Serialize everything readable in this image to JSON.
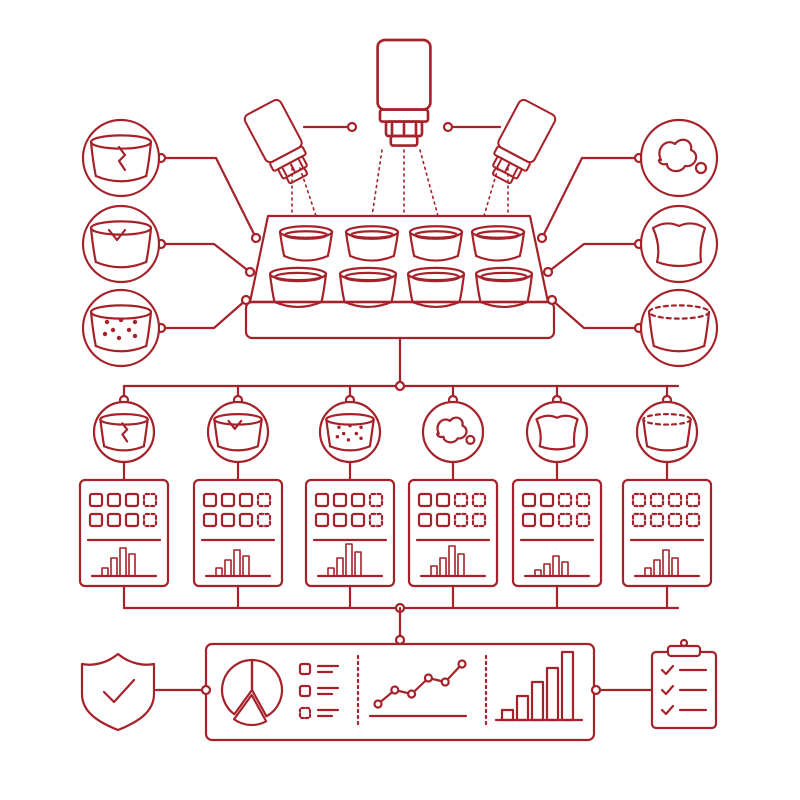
{
  "diagram": {
    "stroke_color": "#a5222a",
    "background": "#ffffff",
    "cameras": [
      {
        "name": "left-angled-camera"
      },
      {
        "name": "top-center-camera"
      },
      {
        "name": "right-angled-camera"
      }
    ],
    "tray": {
      "rows": 2,
      "cups_per_row": 4
    },
    "defect_types_left": [
      "crack-defect-icon",
      "chip-defect-icon",
      "contamination-dots-icon"
    ],
    "defect_types_right": [
      "stain-blob-icon",
      "deformed-shape-icon",
      "missing-rim-icon"
    ],
    "classifiers": [
      {
        "defect": "crack-defect-icon",
        "solid": 3,
        "dashed": 1,
        "bars": [
          8,
          18,
          28,
          22
        ]
      },
      {
        "defect": "chip-defect-icon",
        "solid": 3,
        "dashed": 1,
        "bars": [
          8,
          16,
          26,
          20
        ]
      },
      {
        "defect": "contamination-dots-icon",
        "solid": 3,
        "dashed": 1,
        "bars": [
          8,
          18,
          32,
          24
        ]
      },
      {
        "defect": "stain-blob-icon",
        "solid": 2,
        "dashed": 2,
        "bars": [
          10,
          18,
          30,
          22
        ]
      },
      {
        "defect": "deformed-shape-icon",
        "solid": 2,
        "dashed": 2,
        "bars": [
          6,
          12,
          20,
          14
        ]
      },
      {
        "defect": "missing-rim-icon",
        "solid": 0,
        "dashed": 4,
        "bars": [
          8,
          16,
          26,
          18
        ]
      }
    ],
    "dashboard": {
      "pie_slices": [
        0.42,
        0.18,
        0.4
      ],
      "list_items": 3,
      "trend_points": [
        8,
        22,
        18,
        34,
        30,
        48
      ],
      "bars": [
        10,
        24,
        38,
        52,
        68
      ]
    },
    "outputs": [
      "quality-shield-icon",
      "report-clipboard-icon"
    ]
  }
}
